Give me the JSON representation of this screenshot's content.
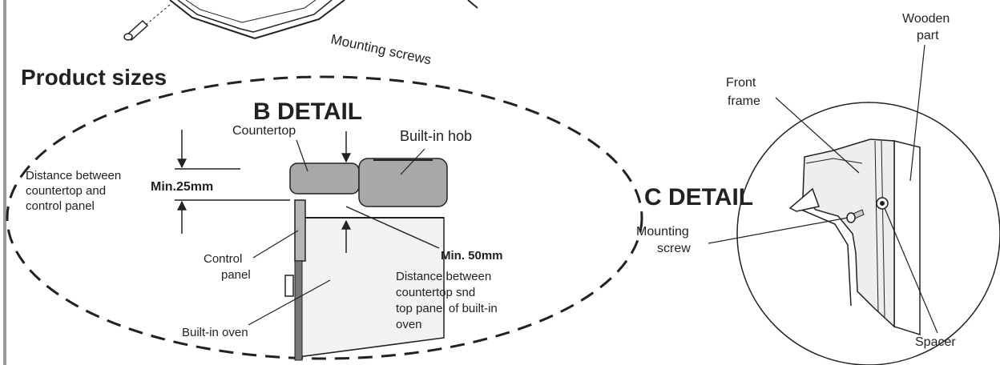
{
  "heading": {
    "product_sizes": "Product sizes"
  },
  "top_section": {
    "mounting_screws": "Mounting screws"
  },
  "b_detail": {
    "title": "B DETAIL",
    "countertop": "Countertop",
    "built_in_hob": "Built-in hob",
    "distance_label_lines": [
      "Distance between",
      "countertop and",
      "control panel"
    ],
    "min_25": "Min.25mm",
    "min_50": "Min. 50mm",
    "control_panel_lines": [
      "Control",
      "panel"
    ],
    "built_in_oven": "Built-in oven",
    "distance_top_lines": [
      "Distance between",
      "countertop snd",
      "top panel of built-in",
      "oven"
    ]
  },
  "c_detail": {
    "title": "C DETAIL",
    "wooden_part_lines": [
      "Wooden",
      "part"
    ],
    "front_frame_lines": [
      "Front",
      "frame"
    ],
    "mounting_screw_lines": [
      "Mounting",
      "screw"
    ],
    "spacer": "Spacer"
  },
  "colors": {
    "line": "#222222",
    "block_fill": "#a8a8a8",
    "oven_fill": "#f2f2f2",
    "panel_fill": "#b5b5b5",
    "frame_fill": "#eeeeee"
  }
}
